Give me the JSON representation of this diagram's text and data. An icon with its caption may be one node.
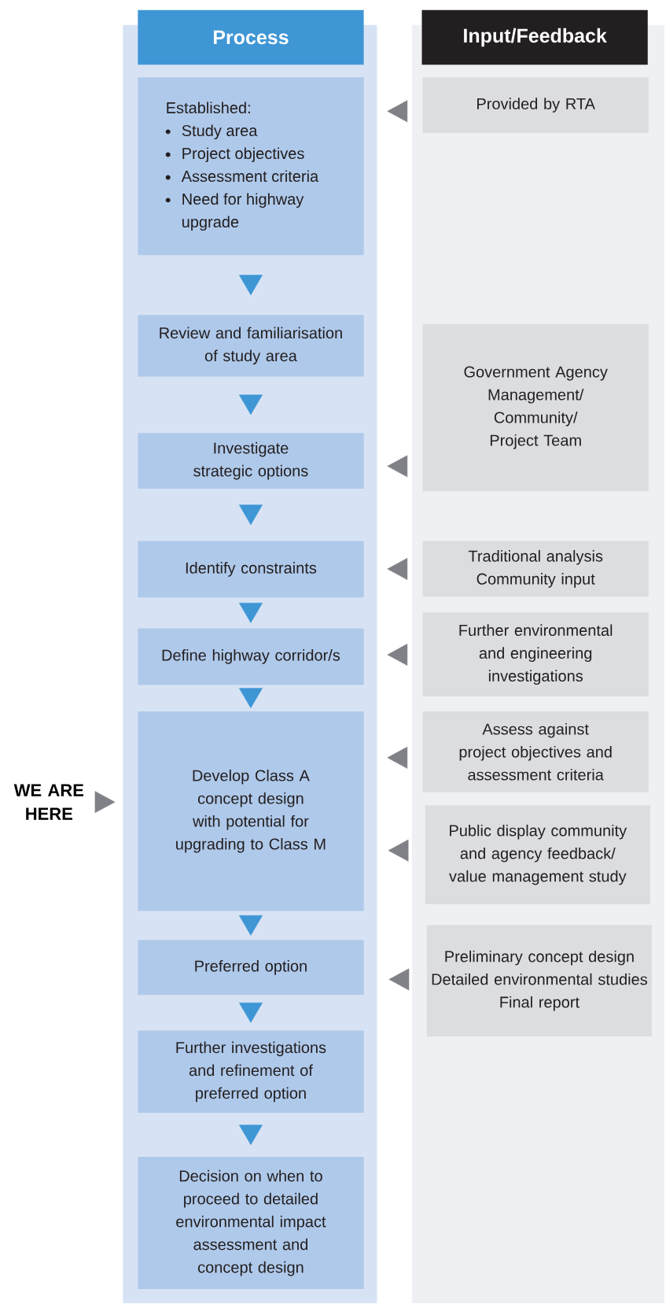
{
  "diagram": {
    "nodes": [
      {
        "text": [
          "Process"
        ]
      },
      {
        "text": [
          "Input/Feedback"
        ]
      },
      {
        "text": [
          "Established:",
          "Study area",
          "Project objectives",
          "Assessment criteria",
          "Need for highway upgrade"
        ]
      },
      {
        "text": [
          "Review and familiarisation of study area"
        ]
      },
      {
        "text": [
          "Investigate strategic options"
        ]
      },
      {
        "text": [
          "Identify constraints"
        ]
      },
      {
        "text": [
          "Define highway corridor/s"
        ]
      },
      {
        "text": [
          "Develop Class A concept design with potential for upgrading to Class M"
        ]
      },
      {
        "text": [
          "Preferred option"
        ]
      },
      {
        "text": [
          "Further investigations and refinement of preferred option"
        ]
      },
      {
        "text": [
          "Decision on when to proceed to detailed environmental impact assessment and concept design"
        ]
      },
      {
        "text": [
          "Provided by RTA"
        ]
      },
      {
        "text": [
          "Government Agency Management/ Community/ Project Team"
        ]
      },
      {
        "text": [
          "Traditional analysis",
          "Community input"
        ]
      },
      {
        "text": [
          "Further environmental and engineering investigations"
        ]
      },
      {
        "text": [
          "Assess against project objectives and assessment criteria"
        ]
      },
      {
        "text": [
          "Public display community and agency feedback/ value management study"
        ]
      },
      {
        "text": [
          "Preliminary concept design",
          "Detailed environmental studies",
          "Final report"
        ]
      },
      {
        "text": [
          "WE ARE HERE"
        ]
      }
    ],
    "edges": [
      {
        "from": 2,
        "to": 3,
        "arrow": "to"
      },
      {
        "from": 3,
        "to": 4,
        "arrow": "to"
      },
      {
        "from": 4,
        "to": 5,
        "arrow": "to"
      },
      {
        "from": 5,
        "to": 6,
        "arrow": "to"
      },
      {
        "from": 6,
        "to": 7,
        "arrow": "to"
      },
      {
        "from": 7,
        "to": 8,
        "arrow": "to"
      },
      {
        "from": 8,
        "to": 9,
        "arrow": "to"
      },
      {
        "from": 9,
        "to": 10,
        "arrow": "to"
      },
      {
        "from": 11,
        "to": 2,
        "arrow": "to",
        "color": "#808186"
      },
      {
        "from": 12,
        "to": 4,
        "arrow": "to",
        "color": "#808186"
      },
      {
        "from": 13,
        "to": 5,
        "arrow": "to",
        "color": "#808186"
      },
      {
        "from": 14,
        "to": 6,
        "arrow": "to",
        "color": "#808186"
      },
      {
        "from": 15,
        "to": 7,
        "arrow": "to",
        "color": "#808186"
      },
      {
        "from": 16,
        "to": 7,
        "arrow": "to",
        "color": "#808186"
      },
      {
        "from": 17,
        "to": 8,
        "arrow": "to",
        "color": "#808186"
      },
      {
        "from": 18,
        "to": 7,
        "arrow": "to",
        "color": "#808186"
      }
    ]
  }
}
